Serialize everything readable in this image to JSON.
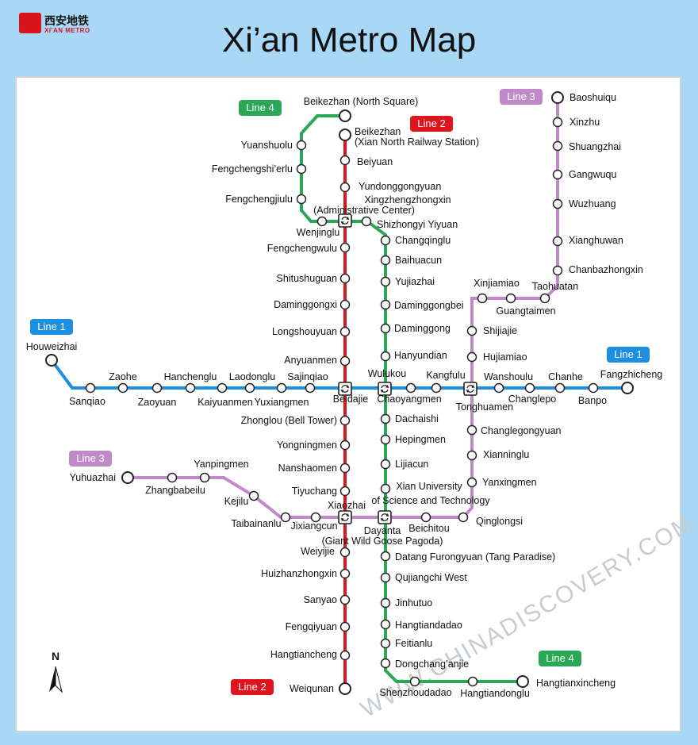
{
  "header": {
    "logo_cn": "西安地铁",
    "logo_en": "XI'AN METRO",
    "title": "Xi’an Metro Map"
  },
  "colors": {
    "line1": "#1e8fe0",
    "line2": "#e0141c",
    "line3": "#c08ac8",
    "line4": "#2aa857",
    "tag_line1": "#1e8fe0",
    "tag_line2": "#e0141c",
    "tag_line3": "#c08ac8",
    "tag_line4": "#2aa857"
  },
  "line_tags": {
    "line1": "Line 1",
    "line2": "Line 2",
    "line3": "Line 3",
    "line4": "Line 4"
  },
  "watermark": "WWW.CHINADISCOVERY.COM",
  "compass": "N",
  "stations": {
    "houweizhai": "Houweizhai",
    "sanqiao": "Sanqiao",
    "zaohe": "Zaohe",
    "zaoyuan": "Zaoyuan",
    "hanchenglu": "Hanchenglu",
    "kaiyuanmen": "Kaiyuanmen",
    "laodonglu": "Laodonglu",
    "yuxiangmen": "Yuxiangmen",
    "sajinqiao": "Sajinqiao",
    "beidajie": "Beidajie",
    "wulukou": "Wulukou",
    "chaoyangmen": "Chaoyangmen",
    "kangfulu": "Kangfulu",
    "tonghuamen": "Tonghuamen",
    "wanshoulu": "Wanshoulu",
    "changlepo": "Changlepo",
    "chanhe": "Chanhe",
    "banpo": "Banpo",
    "fangzhicheng": "Fangzhicheng",
    "beikezhan_l2": "Beikezhan",
    "beikezhan_l2_sub": "(Xian North Railway Station)",
    "beiyuan": "Beiyuan",
    "yundong": "Yundonggongyuan",
    "xingzheng": "Xingzhengzhongxin",
    "xingzheng_sub": "(Administrative Center)",
    "fengchengwulu": "Fengchengwulu",
    "shitushuguan": "Shitushuguan",
    "daminggongxi": "Daminggongxi",
    "longshouyuan": "Longshouyuan",
    "anyuanmen": "Anyuanmen",
    "zhonglou": "Zhonglou (Bell Tower)",
    "yongningmen": "Yongningmen",
    "nanshaomen": "Nanshaomen",
    "tiyuchang": "Tiyuchang",
    "xiaozhai": "Xiaozhai",
    "weiyijie": "Weiyijie",
    "huizhan": "Huizhanzhongxin",
    "sanyao": "Sanyao",
    "fengqiyuan": "Fengqiyuan",
    "hangtiancheng": "Hangtiancheng",
    "weiqunan": "Weiqunan",
    "yuhuazhai": "Yuhuazhai",
    "zhangbabeilu": "Zhangbabeilu",
    "yanpingmen": "Yanpingmen",
    "kejilu": "Kejilu",
    "taibainanlu": "Taibainanlu",
    "jixiangcun": "Jixiangcun",
    "dayanta": "Dayanta",
    "dayanta_sub": "(Giant Wild Goose Pagoda)",
    "beichitou": "Beichitou",
    "qinglongsi": "Qinglongsi",
    "yanxingmen": "Yanxingmen",
    "xianninglu": "Xianninglu",
    "changlegongyuan": "Changlegongyuan",
    "hujiamiao": "Hujiamiao",
    "shijiajie": "Shijiajie",
    "xinjiamiao": "Xinjiamiao",
    "guangtaimen": "Guangtaimen",
    "taohuatan": "Taohuatan",
    "chanbazhongxin": "Chanbazhongxin",
    "xianghuwan": "Xianghuwan",
    "wuzhuang": "Wuzhuang",
    "gangwuqu": "Gangwuqu",
    "shuangzhai": "Shuangzhai",
    "xinzhu": "Xinzhu",
    "baoshuiqu": "Baoshuiqu",
    "beikezhan_l4": "Beikezhan (North Square)",
    "yuanshuolu": "Yuanshuolu",
    "fengchengshierlu": "Fengchengshi’erlu",
    "fengchengjiulu": "Fengchengjiulu",
    "wenjinglu": "Wenjinglu",
    "shizhongyi": "Shizhongyi Yiyuan",
    "changqinglu": "Changqinglu",
    "baihuacun": "Baihuacun",
    "yujiazhai": "Yujiazhai",
    "daminggongbei": "Daminggongbei",
    "daminggong": "Daminggong",
    "hanyundian": "Hanyundian",
    "dachaishi": "Dachaishi",
    "hepingmen": "Hepingmen",
    "lijiacun": "Lijiacun",
    "xian_univ": "Xian University",
    "xian_univ_sub": "of Science and Technology",
    "datang": "Datang Furongyuan (Tang Paradise)",
    "qujiangchi": "Qujiangchi West",
    "jinhutuo": "Jinhutuo",
    "hangtiandadao": "Hangtiandadao",
    "feitianlu": "Feitianlu",
    "dongchang": "Dongchang’anjie",
    "shenzhoudadao": "Shenzhoudadao",
    "hangtiandonglu": "Hangtiandonglu",
    "hangtianxincheng": "Hangtianxincheng"
  }
}
